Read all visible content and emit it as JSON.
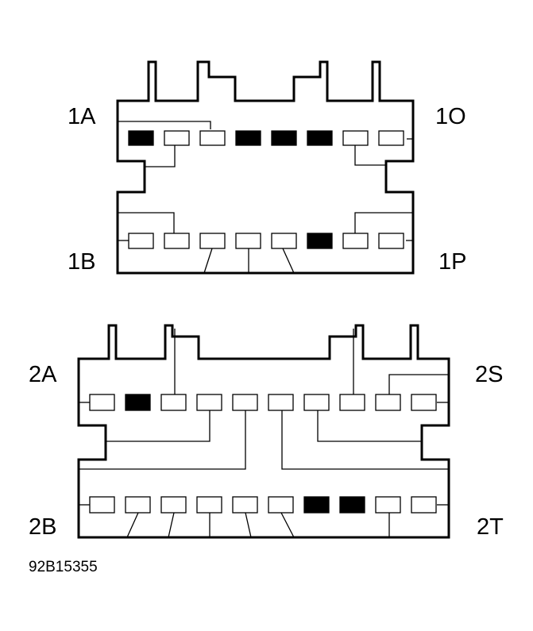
{
  "connector_top": {
    "labels": {
      "top_left": "1A",
      "top_right": "1O",
      "bottom_left": "1B",
      "bottom_right": "1P"
    },
    "upper_row_filled": [
      true,
      false,
      false,
      true,
      true,
      true,
      false,
      false
    ],
    "lower_row_filled": [
      false,
      false,
      false,
      false,
      false,
      true,
      false,
      false
    ]
  },
  "connector_bottom": {
    "labels": {
      "top_left": "2A",
      "top_right": "2S",
      "bottom_left": "2B",
      "bottom_right": "2T"
    },
    "upper_row_filled": [
      false,
      true,
      false,
      false,
      false,
      false,
      false,
      false,
      false,
      false
    ],
    "lower_row_filled": [
      false,
      false,
      false,
      false,
      false,
      false,
      true,
      true,
      false,
      false
    ]
  },
  "figure_code": "92B15355",
  "colors": {
    "line": "#000000",
    "background": "#ffffff",
    "filled_pin": "#000000"
  }
}
